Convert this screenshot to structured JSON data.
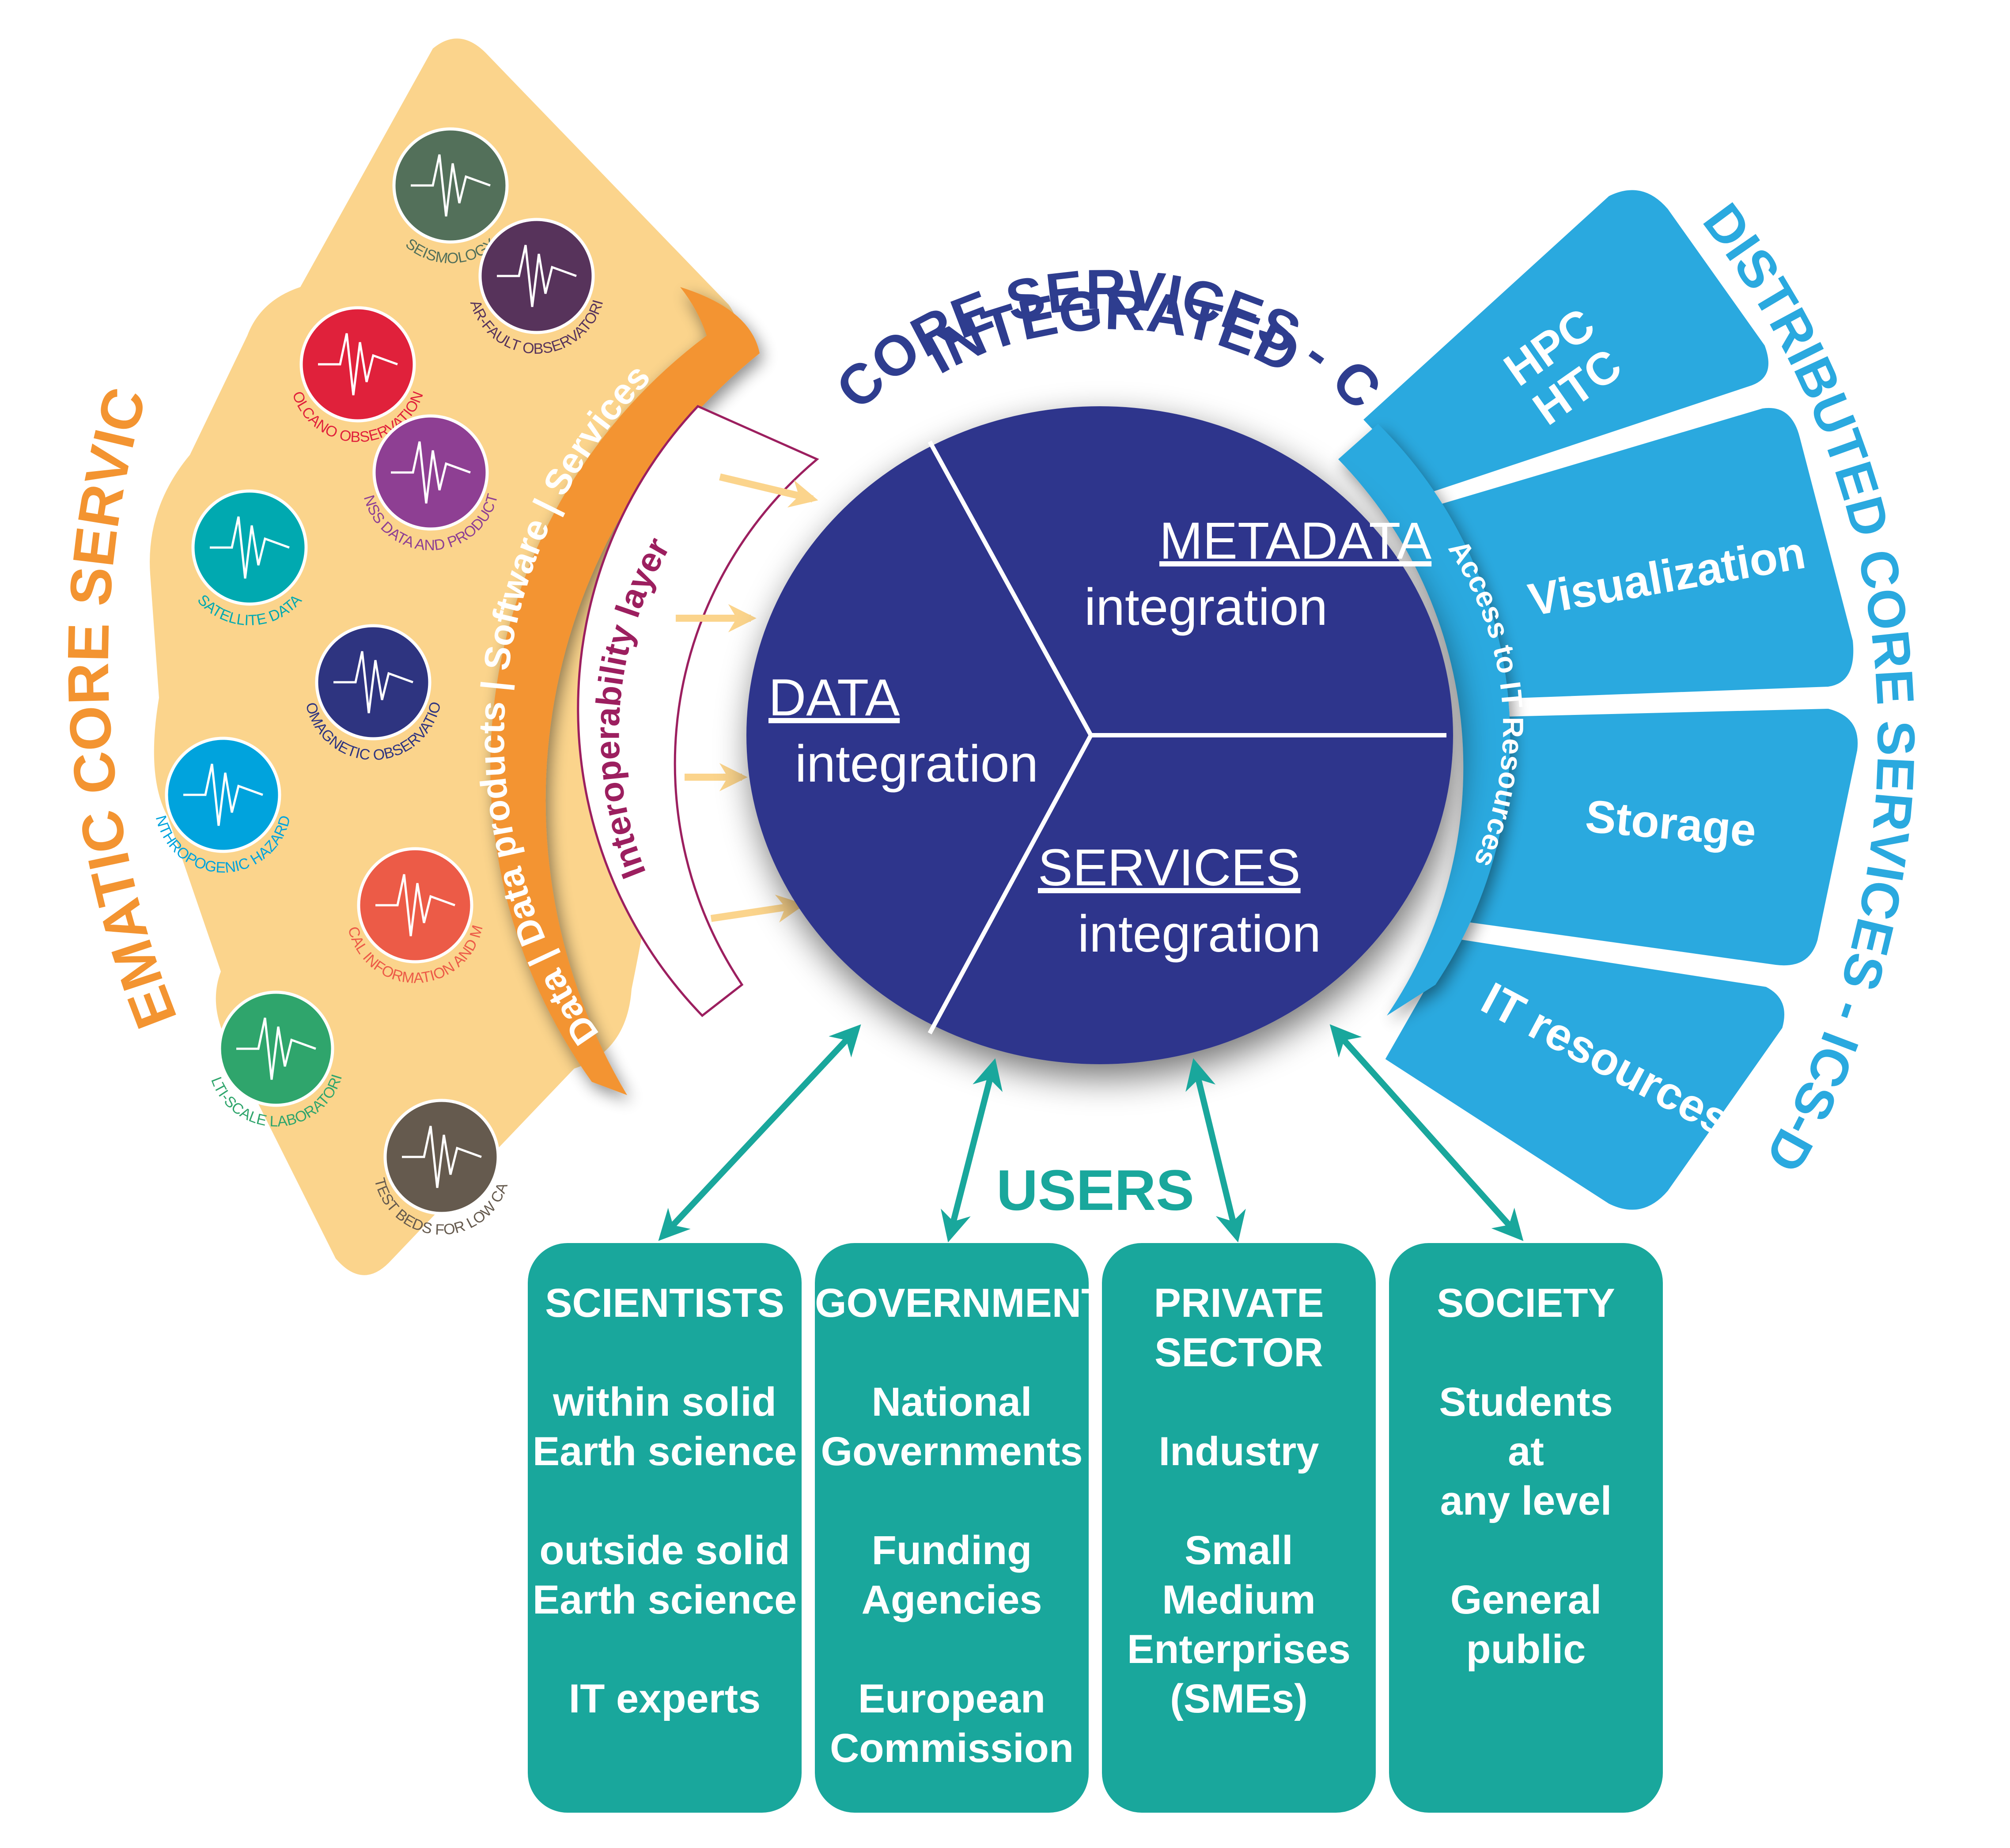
{
  "thematic": {
    "title": "THEMATIC CORE SERVICES",
    "band_label": "Data | Data products | Software | Services",
    "background_color": "#fbd48c",
    "band_color": "#f39431",
    "title_color": "#f39431",
    "domains": [
      {
        "label": "SEISMOLOGY",
        "icon": "seismogram-icon",
        "color": "#53705a"
      },
      {
        "label": "NEAR-FAULT OBSERVATORIES",
        "icon": "fault-block-icon",
        "color": "#57335b"
      },
      {
        "label": "VOLCANO OBSERVATIONS",
        "icon": "volcano-icon",
        "color": "#e0213b"
      },
      {
        "label": "GNSS DATA AND PRODUCTS",
        "icon": "globe-orbits-icon",
        "color": "#8e3f93"
      },
      {
        "label": "SATELLITE DATA",
        "icon": "satellite-icon",
        "color": "#00a9b0"
      },
      {
        "label": "GEOMAGNETIC OBSERVATIONS",
        "icon": "magnetic-field-icon",
        "color": "#2e3480"
      },
      {
        "label": "ANTHROPOGENIC HAZARDS",
        "icon": "injection-ripples-icon",
        "color": "#00a3dd"
      },
      {
        "label": "GEOLOGICAL INFORMATION AND MODELING",
        "icon": "folded-strata-icon",
        "color": "#ec5b47"
      },
      {
        "label": "MULTI-SCALE LABORATORIES",
        "icon": "lab-beakers-icon",
        "color": "#2fa56c"
      },
      {
        "label": "GEO-ENERGY TEST BEDS FOR LOW CARBON ENERGY",
        "icon": "borehole-icon",
        "color": "#655a4e"
      }
    ]
  },
  "interoperability": {
    "label": "Interoperability layer",
    "color": "#9c1f5f",
    "arrow_color": "#fbd48c"
  },
  "integrated": {
    "title_line1": "INTEGRATED",
    "title_line2": "CORE SERVICES - C",
    "color": "#2e348c",
    "segments": [
      {
        "heading": "METADATA",
        "sub": "integration"
      },
      {
        "heading": "DATA",
        "sub": "integration"
      },
      {
        "heading": "SERVICES",
        "sub": "integration"
      }
    ]
  },
  "distributed": {
    "title": "DISTRIBUTED CORE SERVICES - ICS-D",
    "ring_label": "Access to IT Resources",
    "color": "#2aa9df",
    "resources": [
      {
        "label": "HPC\nHTC"
      },
      {
        "label": "Visualization"
      },
      {
        "label": "Storage"
      },
      {
        "label": "IT resources"
      }
    ]
  },
  "users": {
    "title": "USERS",
    "color": "#19a79c",
    "groups": [
      {
        "title": "SCIENTISTS",
        "items": [
          "within solid\nEarth science",
          "outside solid\nEarth science",
          "IT experts"
        ]
      },
      {
        "title": "GOVERNMENTS",
        "items": [
          "National\nGovernments",
          "Funding\nAgencies",
          "European\nCommission"
        ]
      },
      {
        "title": "PRIVATE\nSECTOR",
        "items": [
          "Industry",
          "Small\nMedium\nEnterprises\n(SMEs)"
        ]
      },
      {
        "title": "SOCIETY",
        "items": [
          "Students\nat\nany level",
          "General\npublic"
        ]
      }
    ]
  }
}
